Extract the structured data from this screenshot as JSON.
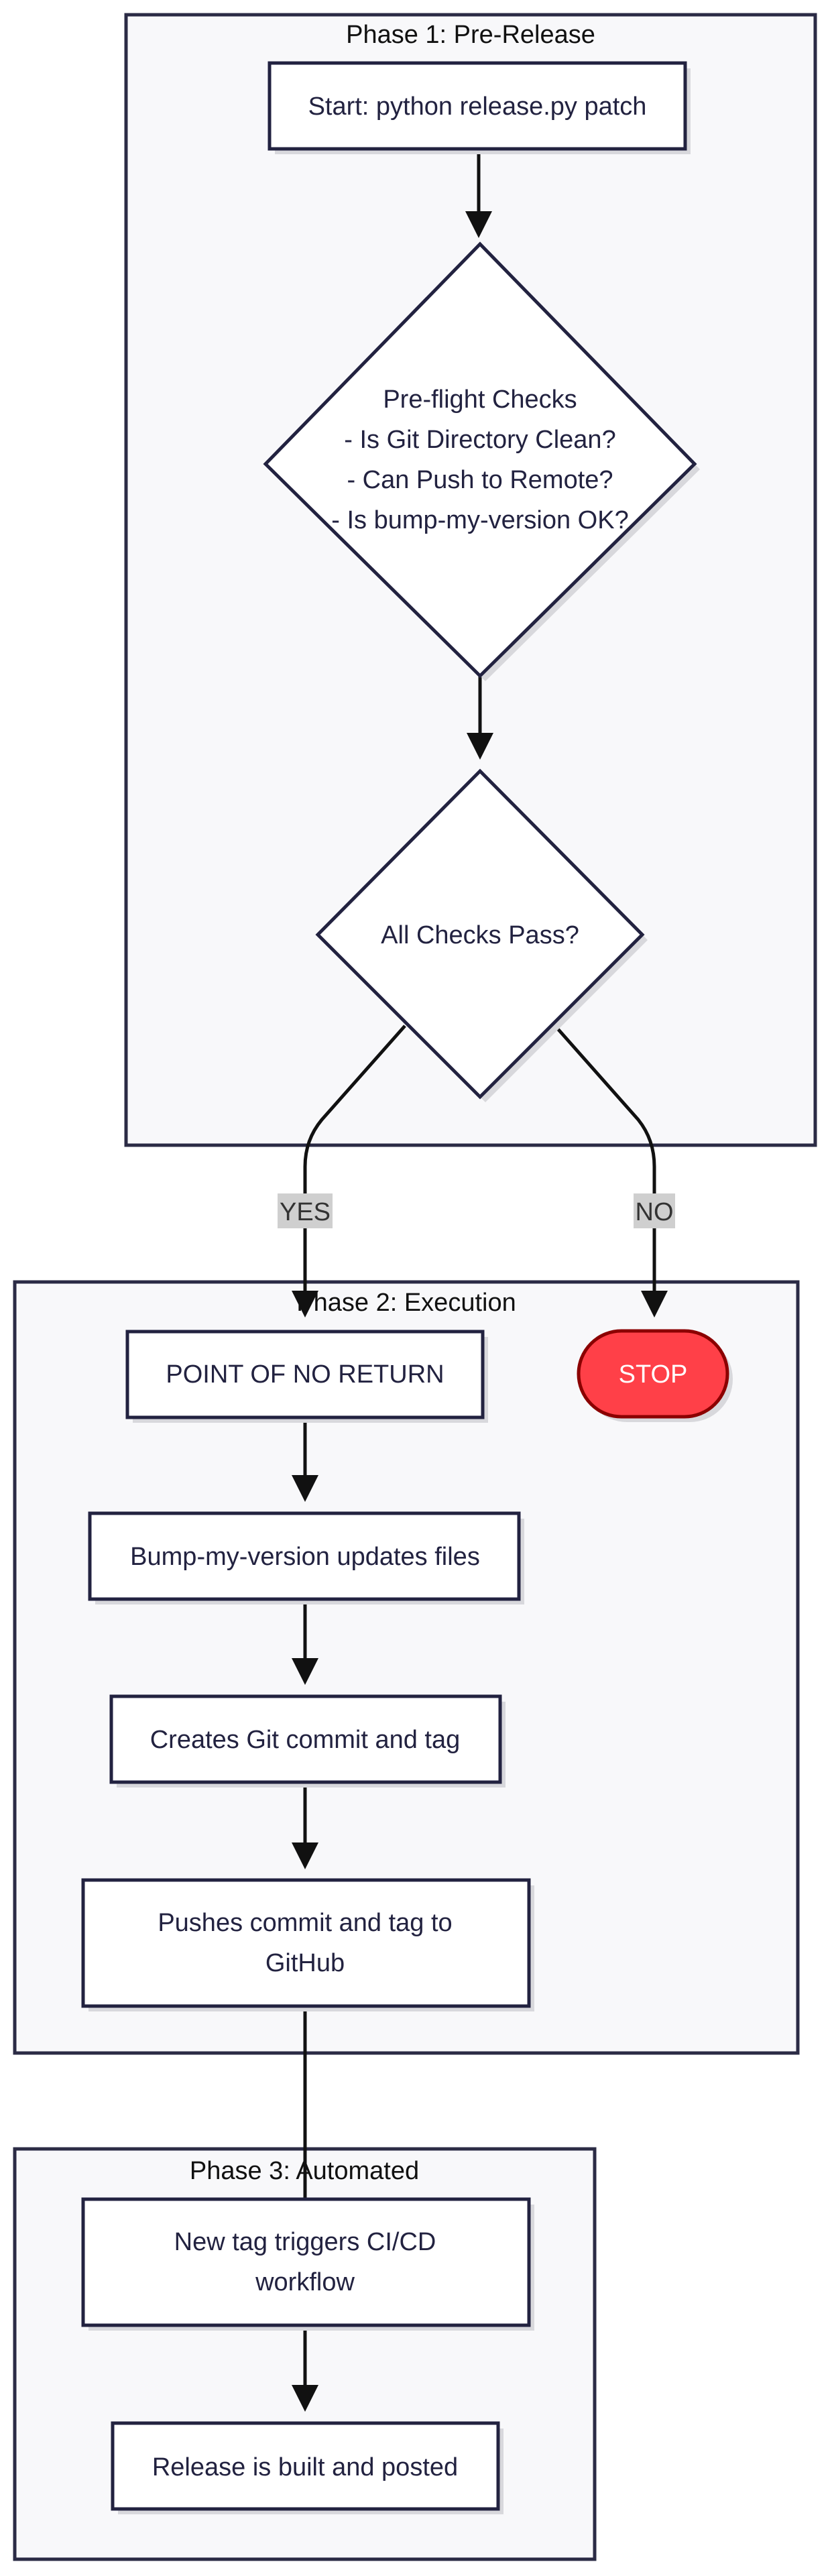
{
  "clusters": {
    "phase1": "Phase 1: Pre-Release",
    "phase2": "Phase 2: Execution",
    "phase3": "Phase 3: Automated"
  },
  "nodes": {
    "start": "Start: python release.py patch",
    "preflight": {
      "line1": "Pre-flight Checks",
      "line2": "- Is Git Directory Clean?",
      "line3": "- Can Push to Remote?",
      "line4": "- Is bump-my-version OK?"
    },
    "all_checks": "All Checks Pass?",
    "point_of_no_return": "POINT OF NO RETURN",
    "stop": "STOP",
    "bump": "Bump-my-version updates files",
    "commit_tag": "Creates Git commit and tag",
    "push": {
      "line1": "Pushes commit and tag to",
      "line2": "GitHub"
    },
    "ci_trigger": {
      "line1": "New tag triggers CI/CD",
      "line2": "workflow"
    },
    "release": "Release is built and posted"
  },
  "edges": {
    "yes_label": "YES",
    "no_label": "NO"
  },
  "colors": {
    "cluster_fill": "#f8f8fa",
    "cluster_stroke": "#2b2b45",
    "node_stroke": "#222240",
    "stop_fill": "#ff4048",
    "stop_stroke": "#8b0000",
    "edge_label_bg": "#cfcfcf"
  }
}
